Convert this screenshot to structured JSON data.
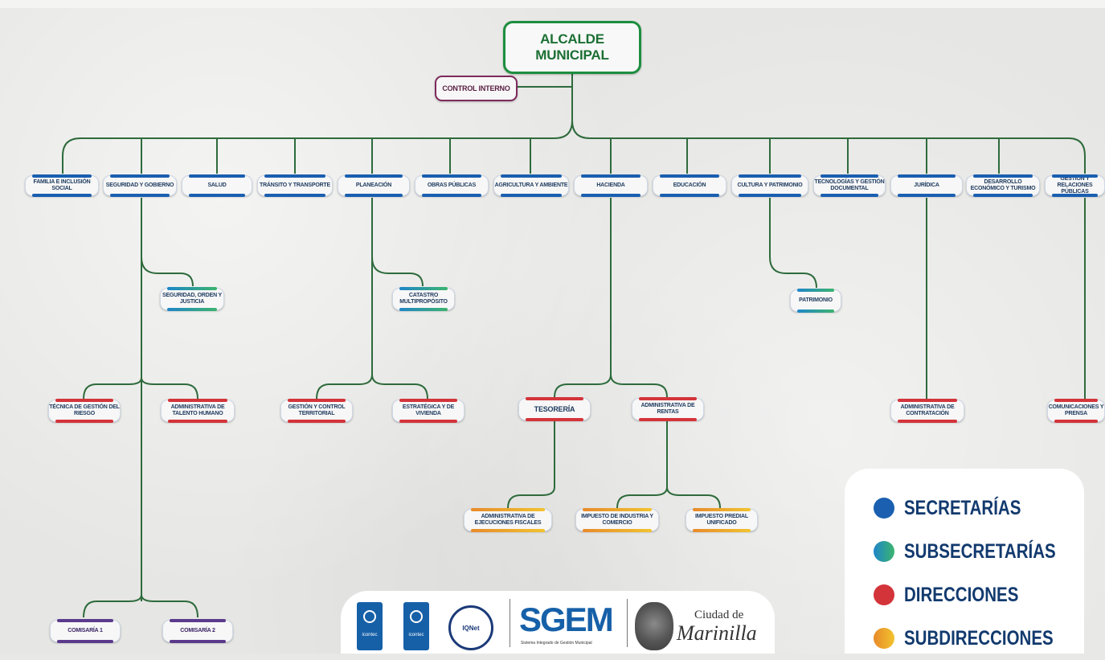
{
  "root": "ALCALDE MUNICIPAL",
  "control_interno": "CONTROL INTERNO",
  "secretarias": [
    "FAMILIA E INCLUSIÓN SOCIAL",
    "SEGURIDAD Y GOBIERNO",
    "SALUD",
    "TRÁNSITO Y TRANSPORTE",
    "PLANEACIÓN",
    "OBRAS PÚBLICAS",
    "AGRICULTURA Y AMBIENTE",
    "HACIENDA",
    "EDUCACIÓN",
    "CULTURA Y PATRIMONIO",
    "TECNOLOGÍAS Y GESTIÓN DOCUMENTAL",
    "JURÍDICA",
    "DESARROLLO ECONÓMICO Y TURISMO",
    "GESTIÓN Y RELACIONES PÚBLICAS"
  ],
  "subsecretarias": {
    "seguridad_orden": "SEGURIDAD, ORDEN Y JUSTICIA",
    "catastro": "CATASTRO MULTIPROPÓSITO",
    "patrimonio": "PATRIMONIO"
  },
  "direcciones": {
    "tecnica_riesgo": "TÉCNICA DE GESTIÓN DEL RIESGO",
    "talento_humano": "ADMINISTRATIVA DE TALENTO HUMANO",
    "gestion_territorial": "GESTIÓN Y CONTROL TERRITORIAL",
    "estrategica_vivienda": "ESTRATÉGICA Y DE VIVIENDA",
    "tesoreria": "TESORERÍA",
    "rentas": "ADMINISTRATIVA DE RENTAS",
    "contratacion": "ADMINISTRATIVA DE CONTRATACIÓN",
    "comunicaciones": "COMUNICACIONES Y PRENSA"
  },
  "subdirecciones": {
    "ejecuciones": "ADMINISTRATIVA DE EJECUCIONES FISCALES",
    "industria": "IMPUESTO DE INDUSTRIA Y COMERCIO",
    "predial": "IMPUESTO PREDIAL UNIFICADO"
  },
  "comisarias": [
    "COMISARÍA 1",
    "COMISARÍA 2"
  ],
  "legend": [
    {
      "label": "SECRETARÍAS",
      "color_a": "#1a5fb0",
      "color_b": "#1a5fb0"
    },
    {
      "label": "SUBSECRETARÍAS",
      "color_a": "#1f86c9",
      "color_b": "#3cb46e"
    },
    {
      "label": "DIRECCIONES",
      "color_a": "#d3343a",
      "color_b": "#d3343a"
    },
    {
      "label": "SUBDIRECCIONES",
      "color_a": "#e88a2b",
      "color_b": "#f2c32e"
    }
  ],
  "logos": {
    "icontec_1": "icontec",
    "icontec_2": "icontec",
    "iqnet": "IQNet",
    "sgem": "SGEM",
    "sgem_subtitle": "Sistema Integrado de Gestión Municipal",
    "ciudad_de": "Ciudad de",
    "marinilla": "Marinilla"
  },
  "colors": {
    "green": "#1d8e3f",
    "line": "#2e6b3c",
    "secretaria": "#1a5fb0",
    "direccion": "#d3343a",
    "subdireccion": "#e88a2b",
    "comisaria": "#5b3a8c"
  }
}
